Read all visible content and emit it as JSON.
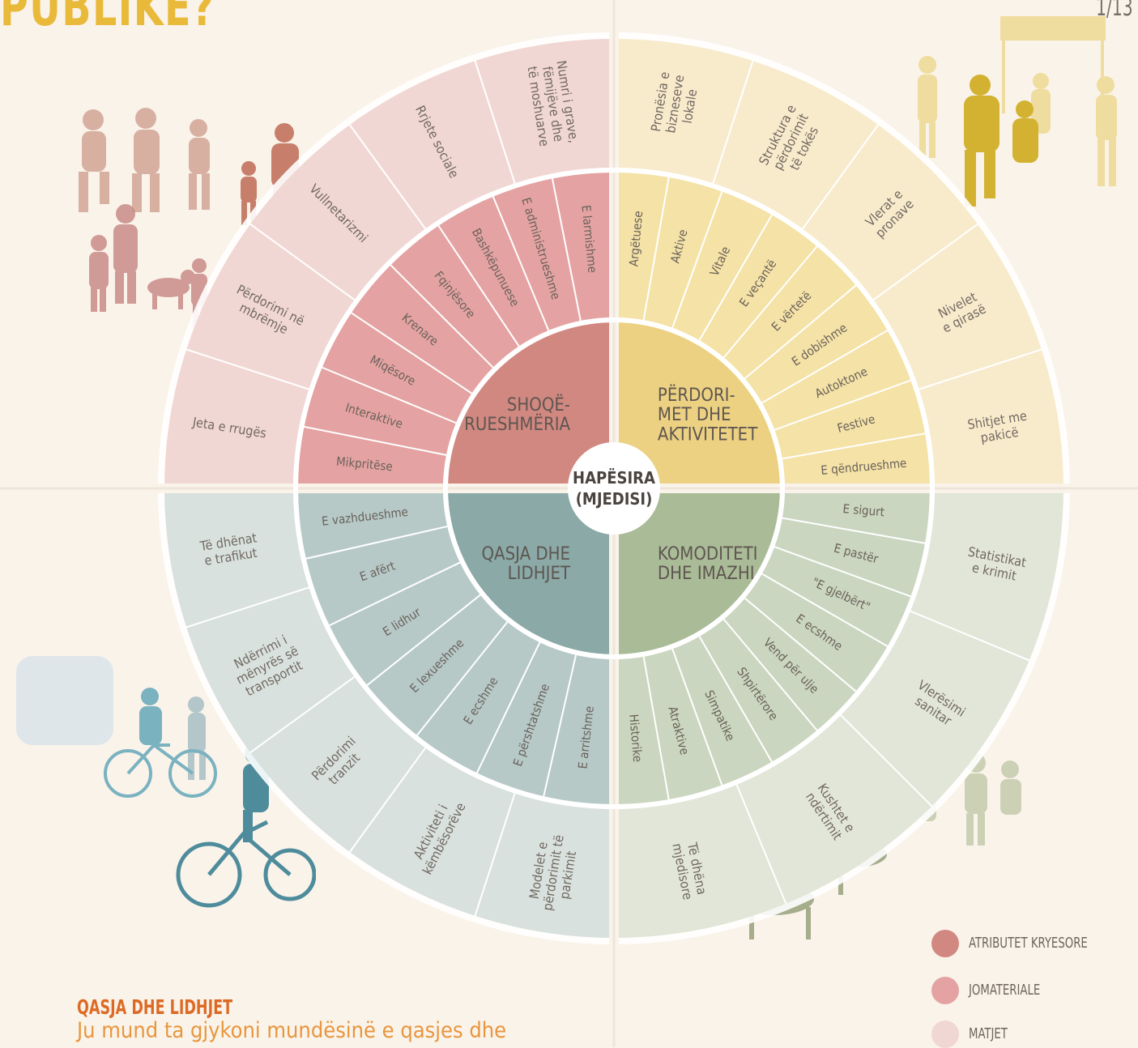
{
  "page": {
    "title": "PUBLIKE?",
    "page_number": "1/13"
  },
  "center": {
    "line1": "HAPËSIRA",
    "line2": "(MJEDISI)"
  },
  "quadrants": [
    {
      "id": "shoqerueshmeria",
      "title_lines": [
        "SHOQË-",
        "RUESHMËRIA"
      ],
      "colors": {
        "core": "#d18881",
        "attr": "#e4a3a2",
        "meas": "#f1d7d3"
      },
      "attributes": [
        "Mikpritëse",
        "Interaktive",
        "Miqësore",
        "Krenare",
        "Fqinjësore",
        "Bashkëpunuese",
        "E administrueshme",
        "E larmishme"
      ],
      "measures": [
        [
          "Jeta e rrugës"
        ],
        [
          "Përdorimi në",
          "mbrëmje"
        ],
        [
          "Vullnetarizmi"
        ],
        [
          "Rrjete sociale"
        ],
        [
          "Numri i grave,",
          "fëmijëve dhe",
          "të moshuarve"
        ]
      ]
    },
    {
      "id": "perdorimet",
      "title_lines": [
        "PËRDORI-",
        "MET DHE",
        "AKTIVITETET"
      ],
      "colors": {
        "core": "#ecd182",
        "attr": "#f4e2a6",
        "meas": "#f8ebcc"
      },
      "attributes": [
        "Argëtuese",
        "Aktive",
        "Vitale",
        "E veçantë",
        "E vërtetë",
        "E dobishme",
        "Autoktone",
        "Festive",
        "E qëndrueshme"
      ],
      "measures": [
        [
          "Pronësia e",
          "bizneseve",
          "lokale"
        ],
        [
          "Struktura e",
          "përdorimit",
          "të tokës"
        ],
        [
          "Vlerat e",
          "pronave"
        ],
        [
          "Nivelet",
          "e qirasë"
        ],
        [
          "Shitjet me",
          "pakicë"
        ]
      ]
    },
    {
      "id": "komoditeti",
      "title_lines": [
        "KOMODITETI",
        "DHE IMAZHI"
      ],
      "colors": {
        "core": "#aabb97",
        "attr": "#cad6bf",
        "meas": "#e2e6d8"
      },
      "attributes": [
        "E sigurt",
        "E pastër",
        "\"E gjelbërt\"",
        "E ecshme",
        "Vend për ulje",
        "Shpirtërore",
        "Simpatike",
        "Atraktive",
        "Historike"
      ],
      "measures": [
        [
          "Statistikat",
          "e krimit"
        ],
        [
          "Vlerësimi",
          "sanitar"
        ],
        [
          "Kushtet e",
          "ndërtimit"
        ],
        [
          "Të dhëna",
          "mjedisore"
        ]
      ]
    },
    {
      "id": "qasja",
      "title_lines": [
        "QASJA DHE",
        "LIDHJET"
      ],
      "colors": {
        "core": "#8aa9a7",
        "attr": "#b6c9c7",
        "meas": "#d8e1de"
      },
      "attributes": [
        "E arritshme",
        "E përshtatshme",
        "E ecshme",
        "E lexueshme",
        "E lidhur",
        "E afërt",
        "E vazhdueshme"
      ],
      "measures": [
        [
          "Modelet e",
          "përdorimit të",
          "parkimit"
        ],
        [
          "Aktiviteti i",
          "këmbësorëve"
        ],
        [
          "Përdorimi",
          "tranzit"
        ],
        [
          "Ndërrimi i",
          "mënyrës së",
          "transportit"
        ],
        [
          "Të dhënat",
          "e trafikut"
        ]
      ]
    }
  ],
  "legend": [
    {
      "label": "ATRIBUTET KRYESORE",
      "color": "#d18881"
    },
    {
      "label": "JOMATERIALE",
      "color": "#e4a3a2"
    },
    {
      "label": "MATJET",
      "color": "#f1d7d3"
    }
  ],
  "bottom_section": {
    "title": "QASJA DHE LIDHJET",
    "text": "Ju mund ta gjykoni mundësinë e qasjes dhe"
  },
  "silhouettes": [
    {
      "name": "people-chatting-icon",
      "color": "#cf9e91"
    },
    {
      "name": "family-walking-icon",
      "color": "#c78472"
    },
    {
      "name": "children-dog-icon",
      "color": "#c88a86"
    },
    {
      "name": "musicians-dancers-icon",
      "color": "#dcc24e"
    },
    {
      "name": "cyclists-icon",
      "color": "#5f9fae"
    },
    {
      "name": "people-resting-icon",
      "color": "#a8b08e"
    }
  ]
}
